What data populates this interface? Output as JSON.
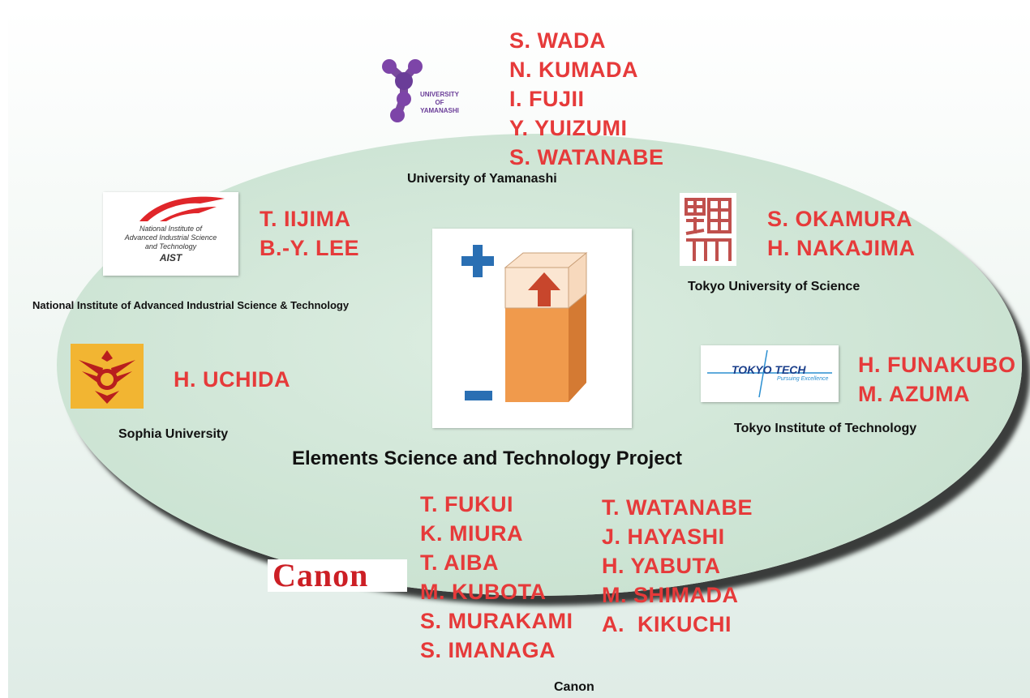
{
  "project_title": "Elements Science and Technology Project",
  "institutions": [
    {
      "key": "yamanashi",
      "name": "University of Yamanashi",
      "logo_text": [
        "UNIVERSITY",
        "OF",
        "YAMANASHI"
      ],
      "members": [
        "S. WADA",
        "N. KUMADA",
        "I. FUJII",
        "Y. YUIZUMI",
        "S. WATANABE"
      ]
    },
    {
      "key": "aist",
      "name": "National Institute of Advanced Industrial Science & Technology",
      "logo_text": [
        "National Institute of",
        "Advanced Industrial Science",
        "and Technology",
        "AIST"
      ],
      "members": [
        "T. IIJIMA",
        "B.-Y. LEE"
      ]
    },
    {
      "key": "tus",
      "name": "Tokyo University of Science",
      "members": [
        "S. OKAMURA",
        "H. NAKAJIMA"
      ]
    },
    {
      "key": "sophia",
      "name": "Sophia University",
      "members": [
        "H. UCHIDA"
      ]
    },
    {
      "key": "tit",
      "name": "Tokyo Institute of Technology",
      "logo_text": [
        "TOKYO TECH",
        "Pursuing Excellence"
      ],
      "members": [
        "H. FUNAKUBO",
        "M. AZUMA"
      ]
    },
    {
      "key": "canon",
      "name": "Canon",
      "logo_text": [
        "Canon"
      ],
      "members_col1": [
        "T. FUKUI",
        "K. MIURA",
        "T. AIBA",
        "M. KUBOTA",
        "S. MURAKAMI",
        "S. IMANAGA"
      ],
      "members_col2": [
        "T. WATANABE",
        "J. HAYASHI",
        "H. YABUTA",
        "M. SHIMADA",
        "A.  KIKUCHI"
      ]
    }
  ],
  "colors": {
    "names": "#e63a3a",
    "ellipse": "#cde4d4",
    "plus": "#2a6fb3",
    "cube": "#f0984a",
    "arrow": "#c8462c"
  },
  "icons": [
    "plus-sign-icon",
    "minus-sign-icon",
    "polarization-cube-icon",
    "up-arrow-icon",
    "phoenix-crest-icon",
    "ri-kanji-seal-icon"
  ]
}
